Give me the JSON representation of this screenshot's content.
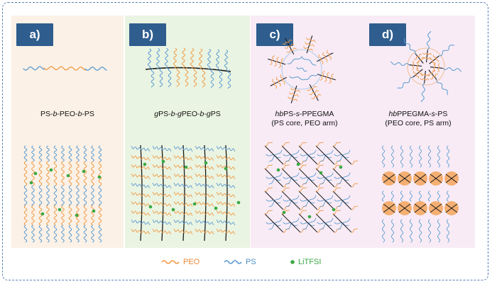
{
  "panels": {
    "a": {
      "tag": "a)",
      "label_parts": [
        "PS-",
        "b",
        "-PEO-",
        "b",
        "-PS"
      ]
    },
    "b": {
      "tag": "b)",
      "label_parts": [
        "g",
        "PS-",
        "b",
        "-",
        "g",
        "PEO-",
        "b",
        "-",
        "g",
        "PS"
      ]
    },
    "c": {
      "tag": "c)",
      "line1_parts": [
        "hb",
        "PS-",
        "s",
        "-PPEGMA"
      ],
      "line2": "(PS core, PEO arm)"
    },
    "d": {
      "tag": "d)",
      "line1_parts": [
        "hb",
        "PPEGMA-",
        "s",
        "-PS"
      ],
      "line2": "(PEO core, PS arm)"
    }
  },
  "legend": {
    "peo": "PEO",
    "ps": "PS",
    "litfsi": "LiTFSI"
  },
  "colors": {
    "peo": "#ef9a44",
    "ps": "#5b9bd1",
    "litfsi": "#3aa843",
    "backbone": "#1a1a1a",
    "tag_bg": "#2f5d8e",
    "frame": "#5b7fb5"
  }
}
